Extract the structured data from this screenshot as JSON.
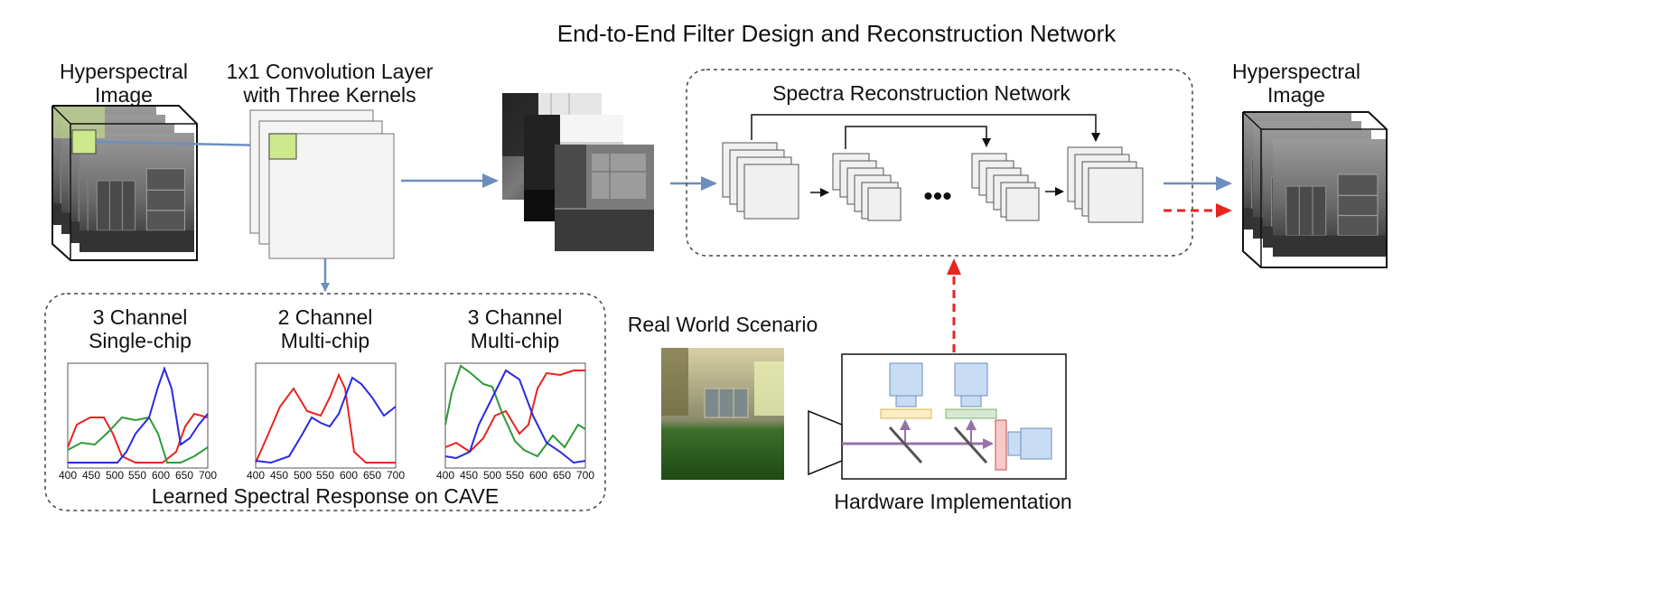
{
  "title": "End-to-End Filter Design and Reconstruction Network",
  "input": {
    "label_line1": "Hyperspectral",
    "label_line2": "Image"
  },
  "conv": {
    "label_line1": "1x1 Convolution Layer",
    "label_line2": "with Three Kernels"
  },
  "recon": {
    "label": "Spectra Reconstruction Network",
    "ellipsis": "•••"
  },
  "output": {
    "label_line1": "Hyperspectral",
    "label_line2": "Image"
  },
  "responses": {
    "caption": "Learned Spectral Response on CAVE",
    "x_ticks": [
      "400",
      "450",
      "500",
      "550",
      "600",
      "650",
      "700"
    ],
    "plots": [
      {
        "title_line1": "3 Channel",
        "title_line2": "Single-chip"
      },
      {
        "title_line1": "2 Channel",
        "title_line2": "Multi-chip"
      },
      {
        "title_line1": "3 Channel",
        "title_line2": "Multi-chip"
      }
    ]
  },
  "real_world": {
    "label": "Real World Scenario"
  },
  "hardware": {
    "label": "Hardware Implementation"
  },
  "colors": {
    "blue_arrow": "#6c8ebf",
    "red_arrow": "#e8241f",
    "highlight": "#cde98c",
    "curve_red": "#e8241f",
    "curve_green": "#2e9b3a",
    "curve_blue": "#2a2ae0",
    "camera_blue": "#c8dcf3",
    "filter_yellow": "#fbeec2",
    "filter_green": "#d5e8d4",
    "sensor_red": "#f8c9c9",
    "beam_purple": "#9673a6"
  }
}
